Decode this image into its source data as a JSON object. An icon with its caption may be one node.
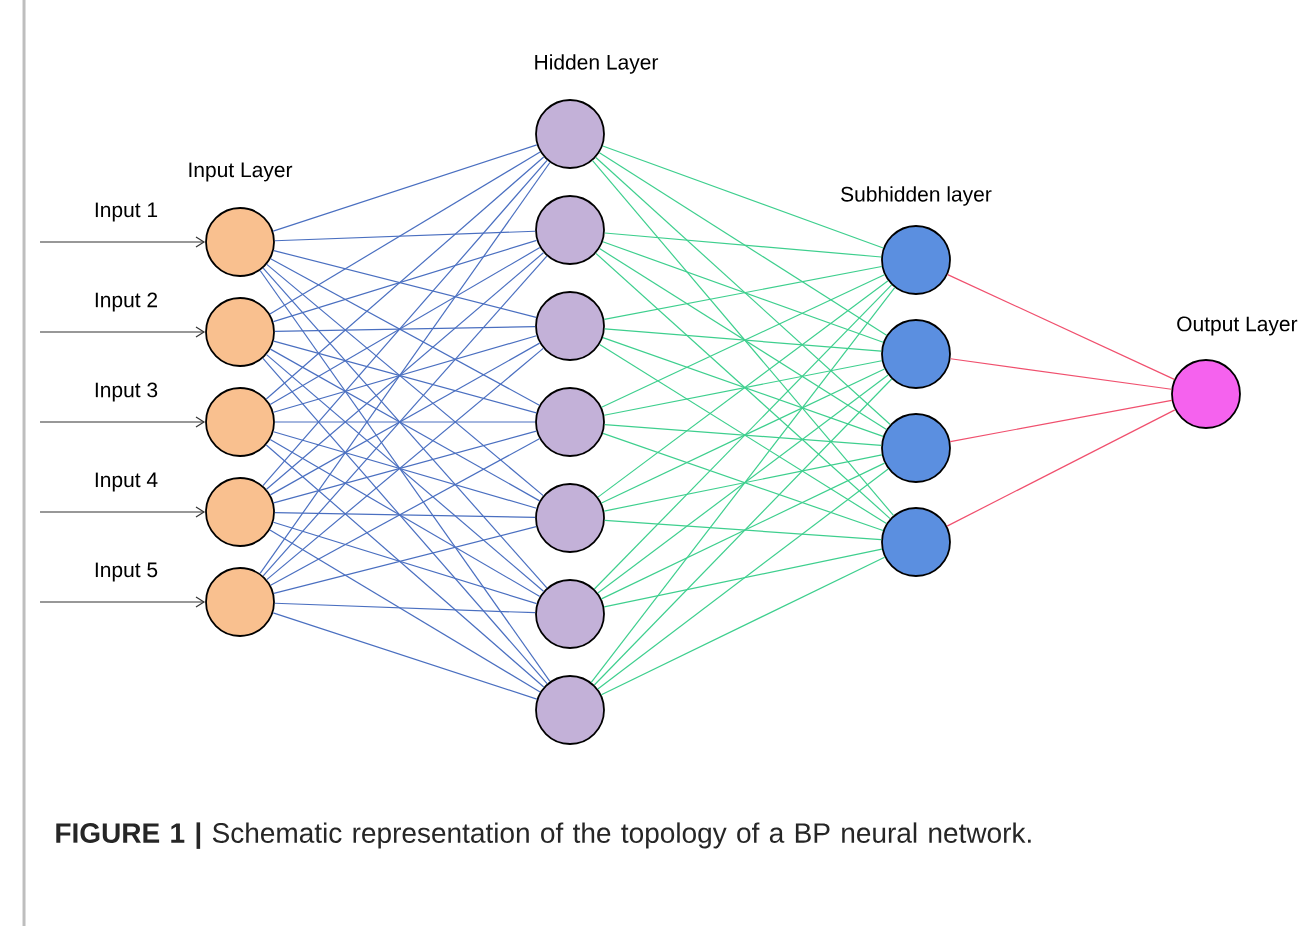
{
  "diagram": {
    "caption": "**FIGURE 1 |** Schematic representation of the topology of a BP neural network.",
    "nodes": [
      {
        "text": [],
        "shape": "circle"
      },
      {
        "text": [],
        "shape": "circle"
      },
      {
        "text": [],
        "shape": "circle"
      },
      {
        "text": [],
        "shape": "circle"
      },
      {
        "text": [],
        "shape": "circle"
      },
      {
        "text": [],
        "shape": "circle"
      },
      {
        "text": [],
        "shape": "circle"
      },
      {
        "text": [],
        "shape": "circle"
      },
      {
        "text": [],
        "shape": "circle"
      },
      {
        "text": [],
        "shape": "circle"
      },
      {
        "text": [],
        "shape": "circle"
      },
      {
        "text": [],
        "shape": "circle"
      },
      {
        "text": [],
        "shape": "circle"
      },
      {
        "text": [],
        "shape": "circle"
      },
      {
        "text": [],
        "shape": "circle"
      },
      {
        "text": [],
        "shape": "circle"
      },
      {
        "text": [],
        "shape": "circle"
      }
    ],
    "edges": [
      {
        "from": null,
        "to": 0,
        "arrow": "to",
        "label": "Input 1",
        "color": "#333333"
      },
      {
        "from": null,
        "to": 1,
        "arrow": "to",
        "label": "Input 2",
        "color": "#333333"
      },
      {
        "from": null,
        "to": 2,
        "arrow": "to",
        "label": "Input 3",
        "color": "#333333"
      },
      {
        "from": null,
        "to": 3,
        "arrow": "to",
        "label": "Input 4",
        "color": "#333333"
      },
      {
        "from": null,
        "to": 4,
        "arrow": "to",
        "label": "Input 5",
        "color": "#333333"
      },
      {
        "from": 0,
        "to": 5,
        "arrow": "none",
        "color": "#4a6fc0"
      },
      {
        "from": 0,
        "to": 6,
        "arrow": "none",
        "color": "#4a6fc0"
      },
      {
        "from": 0,
        "to": 7,
        "arrow": "none",
        "color": "#4a6fc0"
      },
      {
        "from": 0,
        "to": 8,
        "arrow": "none",
        "color": "#4a6fc0"
      },
      {
        "from": 0,
        "to": 9,
        "arrow": "none",
        "color": "#4a6fc0"
      },
      {
        "from": 0,
        "to": 10,
        "arrow": "none",
        "color": "#4a6fc0"
      },
      {
        "from": 0,
        "to": 11,
        "arrow": "none",
        "color": "#4a6fc0"
      },
      {
        "from": 1,
        "to": 5,
        "arrow": "none",
        "color": "#4a6fc0"
      },
      {
        "from": 1,
        "to": 6,
        "arrow": "none",
        "color": "#4a6fc0"
      },
      {
        "from": 1,
        "to": 7,
        "arrow": "none",
        "color": "#4a6fc0"
      },
      {
        "from": 1,
        "to": 8,
        "arrow": "none",
        "color": "#4a6fc0"
      },
      {
        "from": 1,
        "to": 9,
        "arrow": "none",
        "color": "#4a6fc0"
      },
      {
        "from": 1,
        "to": 10,
        "arrow": "none",
        "color": "#4a6fc0"
      },
      {
        "from": 1,
        "to": 11,
        "arrow": "none",
        "color": "#4a6fc0"
      },
      {
        "from": 2,
        "to": 5,
        "arrow": "none",
        "color": "#4a6fc0"
      },
      {
        "from": 2,
        "to": 6,
        "arrow": "none",
        "color": "#4a6fc0"
      },
      {
        "from": 2,
        "to": 7,
        "arrow": "none",
        "color": "#4a6fc0"
      },
      {
        "from": 2,
        "to": 8,
        "arrow": "none",
        "color": "#4a6fc0"
      },
      {
        "from": 2,
        "to": 9,
        "arrow": "none",
        "color": "#4a6fc0"
      },
      {
        "from": 2,
        "to": 10,
        "arrow": "none",
        "color": "#4a6fc0"
      },
      {
        "from": 2,
        "to": 11,
        "arrow": "none",
        "color": "#4a6fc0"
      },
      {
        "from": 3,
        "to": 5,
        "arrow": "none",
        "color": "#4a6fc0"
      },
      {
        "from": 3,
        "to": 6,
        "arrow": "none",
        "color": "#4a6fc0"
      },
      {
        "from": 3,
        "to": 7,
        "arrow": "none",
        "color": "#4a6fc0"
      },
      {
        "from": 3,
        "to": 8,
        "arrow": "none",
        "color": "#4a6fc0"
      },
      {
        "from": 3,
        "to": 9,
        "arrow": "none",
        "color": "#4a6fc0"
      },
      {
        "from": 3,
        "to": 10,
        "arrow": "none",
        "color": "#4a6fc0"
      },
      {
        "from": 3,
        "to": 11,
        "arrow": "none",
        "color": "#4a6fc0"
      },
      {
        "from": 4,
        "to": 5,
        "arrow": "none",
        "color": "#4a6fc0"
      },
      {
        "from": 4,
        "to": 6,
        "arrow": "none",
        "color": "#4a6fc0"
      },
      {
        "from": 4,
        "to": 7,
        "arrow": "none",
        "color": "#4a6fc0"
      },
      {
        "from": 4,
        "to": 8,
        "arrow": "none",
        "color": "#4a6fc0"
      },
      {
        "from": 4,
        "to": 9,
        "arrow": "none",
        "color": "#4a6fc0"
      },
      {
        "from": 4,
        "to": 10,
        "arrow": "none",
        "color": "#4a6fc0"
      },
      {
        "from": 4,
        "to": 11,
        "arrow": "none",
        "color": "#4a6fc0"
      },
      {
        "from": 5,
        "to": 12,
        "arrow": "none",
        "color": "#3ecf8e"
      },
      {
        "from": 5,
        "to": 13,
        "arrow": "none",
        "color": "#3ecf8e"
      },
      {
        "from": 5,
        "to": 14,
        "arrow": "none",
        "color": "#3ecf8e"
      },
      {
        "from": 5,
        "to": 15,
        "arrow": "none",
        "color": "#3ecf8e"
      },
      {
        "from": 6,
        "to": 12,
        "arrow": "none",
        "color": "#3ecf8e"
      },
      {
        "from": 6,
        "to": 13,
        "arrow": "none",
        "color": "#3ecf8e"
      },
      {
        "from": 6,
        "to": 14,
        "arrow": "none",
        "color": "#3ecf8e"
      },
      {
        "from": 6,
        "to": 15,
        "arrow": "none",
        "color": "#3ecf8e"
      },
      {
        "from": 7,
        "to": 12,
        "arrow": "none",
        "color": "#3ecf8e"
      },
      {
        "from": 7,
        "to": 13,
        "arrow": "none",
        "color": "#3ecf8e"
      },
      {
        "from": 7,
        "to": 14,
        "arrow": "none",
        "color": "#3ecf8e"
      },
      {
        "from": 7,
        "to": 15,
        "arrow": "none",
        "color": "#3ecf8e"
      },
      {
        "from": 8,
        "to": 12,
        "arrow": "none",
        "color": "#3ecf8e"
      },
      {
        "from": 8,
        "to": 13,
        "arrow": "none",
        "color": "#3ecf8e"
      },
      {
        "from": 8,
        "to": 14,
        "arrow": "none",
        "color": "#3ecf8e"
      },
      {
        "from": 8,
        "to": 15,
        "arrow": "none",
        "color": "#3ecf8e"
      },
      {
        "from": 9,
        "to": 12,
        "arrow": "none",
        "color": "#3ecf8e"
      },
      {
        "from": 9,
        "to": 13,
        "arrow": "none",
        "color": "#3ecf8e"
      },
      {
        "from": 9,
        "to": 14,
        "arrow": "none",
        "color": "#3ecf8e"
      },
      {
        "from": 9,
        "to": 15,
        "arrow": "none",
        "color": "#3ecf8e"
      },
      {
        "from": 10,
        "to": 12,
        "arrow": "none",
        "color": "#3ecf8e"
      },
      {
        "from": 10,
        "to": 13,
        "arrow": "none",
        "color": "#3ecf8e"
      },
      {
        "from": 10,
        "to": 14,
        "arrow": "none",
        "color": "#3ecf8e"
      },
      {
        "from": 10,
        "to": 15,
        "arrow": "none",
        "color": "#3ecf8e"
      },
      {
        "from": 11,
        "to": 12,
        "arrow": "none",
        "color": "#3ecf8e"
      },
      {
        "from": 11,
        "to": 13,
        "arrow": "none",
        "color": "#3ecf8e"
      },
      {
        "from": 11,
        "to": 14,
        "arrow": "none",
        "color": "#3ecf8e"
      },
      {
        "from": 11,
        "to": 15,
        "arrow": "none",
        "color": "#3ecf8e"
      },
      {
        "from": 12,
        "to": 16,
        "arrow": "none",
        "color": "#f0506e"
      },
      {
        "from": 13,
        "to": 16,
        "arrow": "none",
        "color": "#f0506e"
      },
      {
        "from": 14,
        "to": 16,
        "arrow": "none",
        "color": "#f0506e"
      },
      {
        "from": 15,
        "to": 16,
        "arrow": "none",
        "color": "#f0506e"
      }
    ],
    "labels": [
      "Hidden Layer",
      "Input Layer",
      "Subhidden layer",
      "Output Layer"
    ]
  }
}
